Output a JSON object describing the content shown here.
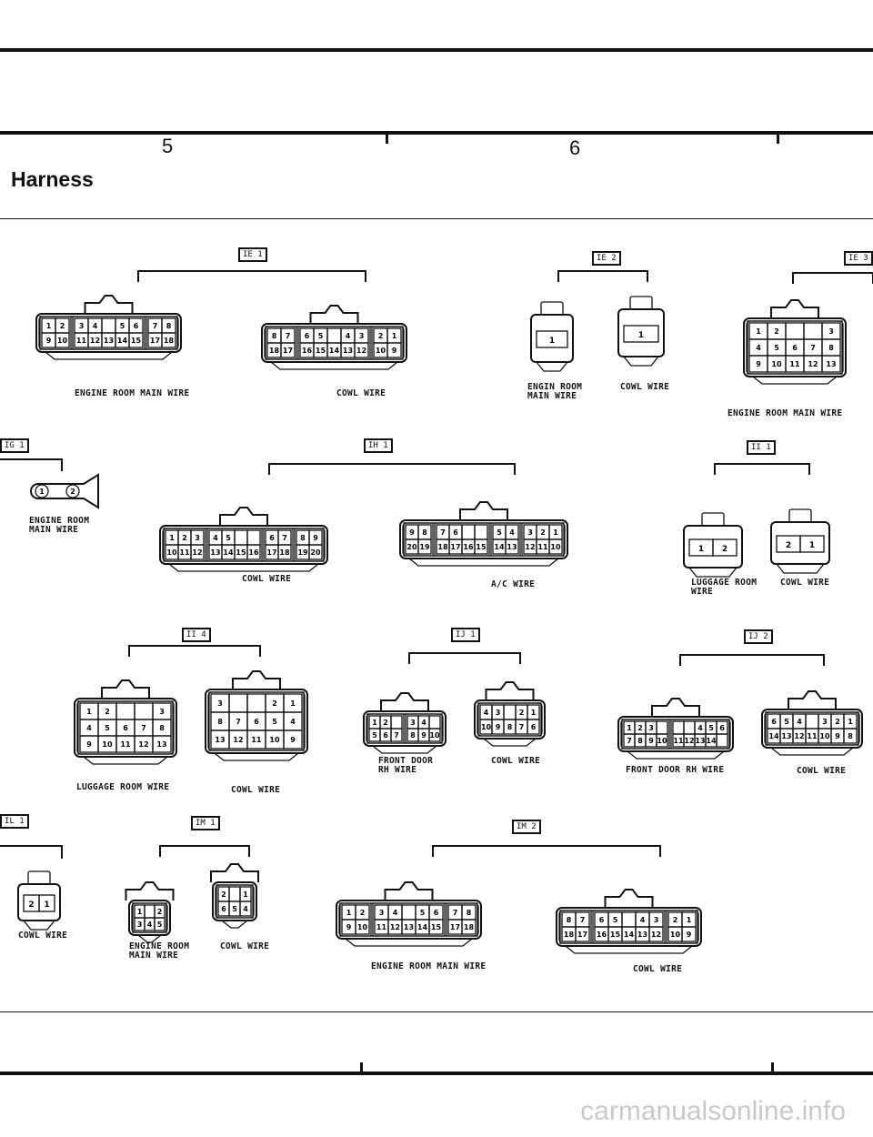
{
  "header": {
    "col5": "5",
    "col6": "6",
    "title": "Harness"
  },
  "tags": {
    "ie1": "IE 1",
    "ie2": "IE 2",
    "ie3": "IE 3",
    "ig1": "IG 1",
    "ih1": "IH 1",
    "ii1": "II 1",
    "ii4": "II 4",
    "ij1": "IJ 1",
    "ij2": "IJ 2",
    "il1": "IL 1",
    "im1": "IM 1",
    "im2": "IM 2"
  },
  "labels": {
    "ie1_left": "ENGINE ROOM MAIN WIRE",
    "ie1_right": "COWL WIRE",
    "ie2_left": "ENGIN ROOM\nMAIN WIRE",
    "ie2_right": "COWL WIRE",
    "ie3": "ENGINE ROOM MAIN WIRE",
    "ig1": "ENGINE ROOM\nMAIN WIRE",
    "ih1_left": "COWL WIRE",
    "ih1_right": "A/C WIRE",
    "ii1_left": "LUGGAGE ROOM\nWIRE",
    "ii1_right": "COWL WIRE",
    "ii4_left": "LUGGAGE ROOM WIRE",
    "ii4_right": "COWL WIRE",
    "ij1_left": "FRONT DOOR\nRH WIRE",
    "ij1_right": "COWL WIRE",
    "ij2_left": "FRONT DOOR RH WIRE",
    "ij2_right": "COWL WIRE",
    "il1": "COWL WIRE",
    "im1_left": "ENGINE ROOM\nMAIN WIRE",
    "im1_right": "COWL WIRE",
    "im2_left": "ENGINE ROOM MAIN WIRE",
    "im2_right": "COWL WIRE"
  },
  "watermark": "carmanualsonline.info"
}
